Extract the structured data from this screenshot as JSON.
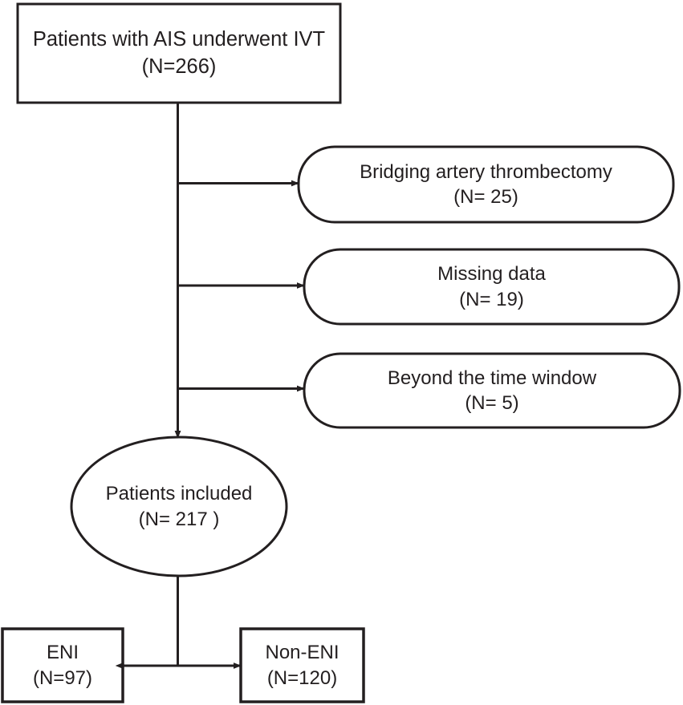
{
  "diagram": {
    "type": "patient-flow-diagram",
    "stroke_color": "#231f20",
    "fill_color": "#ffffff",
    "nodes": {
      "top": {
        "shape": "rectangle",
        "line1": "Patients with AIS underwent IVT",
        "line2": "(N=266)"
      },
      "exclusions": [
        {
          "shape": "rounded-rectangle",
          "line1": "Bridging artery thrombectomy",
          "line2": "(N= 25)"
        },
        {
          "shape": "rounded-rectangle",
          "line1": "Missing data",
          "line2": "(N= 19)"
        },
        {
          "shape": "rounded-rectangle",
          "line1": "Beyond the time window",
          "line2": "(N= 5)"
        }
      ],
      "included": {
        "shape": "ellipse",
        "line1": "Patients included",
        "line2": "(N= 217 )"
      },
      "outcomes": [
        {
          "shape": "rectangle",
          "line1": "ENI",
          "line2": "(N=97)"
        },
        {
          "shape": "rectangle",
          "line1": "Non-ENI",
          "line2": "(N=120)"
        }
      ]
    }
  }
}
